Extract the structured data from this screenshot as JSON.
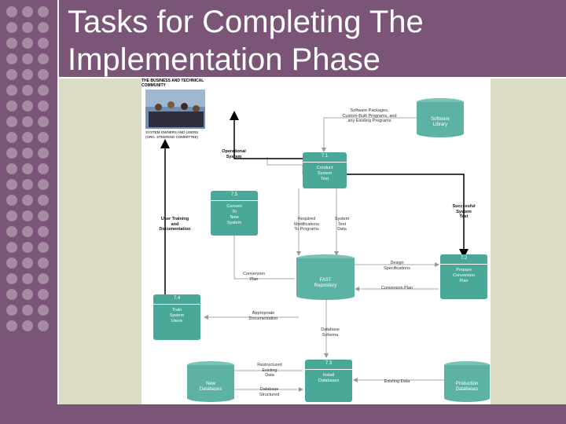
{
  "slide": {
    "title_line1": "Tasks for Completing The",
    "title_line2": "Implementation Phase"
  },
  "diagram": {
    "community_label": "THE BUSINESS AND TECHNICAL COMMUNITY",
    "owners_label": "SYSTEM OWNERS AND USERS\n(ORG. STEERING COMMITTEE)",
    "processes": [
      {
        "num": "7.1",
        "label": "Conduct\nSystem\nTest"
      },
      {
        "num": "7.2",
        "label": "Prepare\nConversion\nPlan"
      },
      {
        "num": "7.3",
        "label": "Install\nDatabases"
      },
      {
        "num": "7.4",
        "label": "Train\nSystem\nUsers"
      },
      {
        "num": "7.5",
        "label": "Convert\nTo\nNew\nSystem"
      }
    ],
    "stores": [
      {
        "label": "Software\nLibrary"
      },
      {
        "label": "FAST\nRepository"
      },
      {
        "label": "New\nDatabases"
      },
      {
        "label": "Production\nDatabases"
      }
    ],
    "flows": {
      "software_packages": "Software Packages,\nCustom-Built Programs, and\nany Existing Programs",
      "operational_system": "Operational\nSystem",
      "successful_test": "Successful\nSystem\nTest",
      "user_training": "User Training\nand\nDocumentation",
      "required_mods": "Required\nModifications\nTo Programs",
      "system_test_data": "System\nTest\nData",
      "design_specs": "Design\nSpecifications",
      "conversion_plan_left": "Conversion\nPlan",
      "conversion_plan_right": "Conversion Plan",
      "appropriate_docs": "Appropriate\nDocumentation",
      "database_schema": "Database\nSchema",
      "restructured": "Restructured\nExisting\nData",
      "existing_data": "Existing Data",
      "database_structured": "Database\nStructured"
    }
  }
}
